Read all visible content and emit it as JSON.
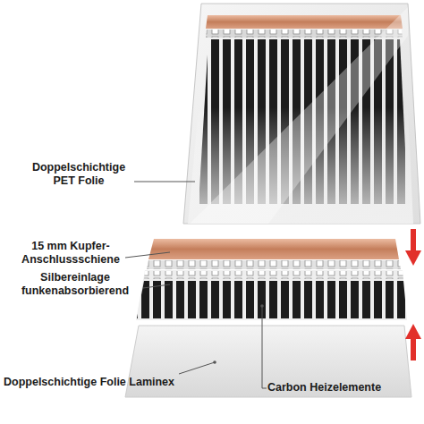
{
  "diagram": {
    "labels": [
      "Doppelschichtige PET Folie",
      "15 mm Kupfer- Anschlussschiene",
      "Silbereinlage funkenabsorbierend",
      "Doppelschichtige Folie Laminex",
      "Carbon Heizelemente"
    ]
  }
}
